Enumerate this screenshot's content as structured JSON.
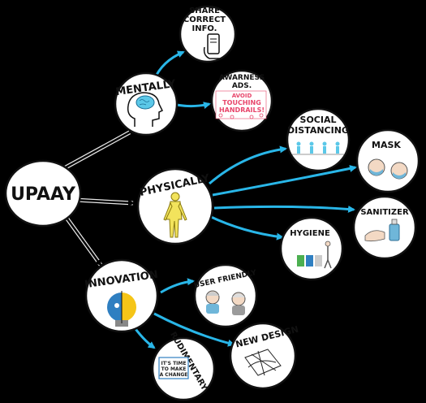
{
  "diagram": {
    "root": "UPAAY",
    "branches": {
      "mentally": "MENTALLY",
      "physically": "PHYSICALLY",
      "innovation": "INNOVATION"
    },
    "leaves": {
      "share_line1": "SHARE",
      "share_line2": "CORRECT",
      "share_line3": "INFO.",
      "awareness_line1": "AWARNESS",
      "awareness_line2": "ADS.",
      "awareness_poster_line1": "AVOID",
      "awareness_poster_line2": "TOUCHING",
      "awareness_poster_line3": "HANDRAILS!",
      "social_line1": "SOCIAL",
      "social_line2": "DISTANCING",
      "mask": "MASK",
      "sanitizer": "SANITIZER",
      "hygiene": "HYGIENE",
      "user_friendly": "USER FRIENDLY",
      "new_design": "NEW DESIGN",
      "rudimentary": "RUDIMENTARY",
      "sign_line1": "IT'S TIME",
      "sign_line2": "TO MAKE",
      "sign_line3": "A CHANGE"
    },
    "colors": {
      "background": "#000000",
      "node_fill": "#ffffff",
      "black_connector": "#000000",
      "blue_connector": "#29b6e8",
      "brain": "#5bc8e8",
      "body_figure": "#f2e35c",
      "bulb_yellow": "#f5c518",
      "bulb_blue": "#2f7fc1",
      "poster_red": "#e8466b"
    }
  }
}
